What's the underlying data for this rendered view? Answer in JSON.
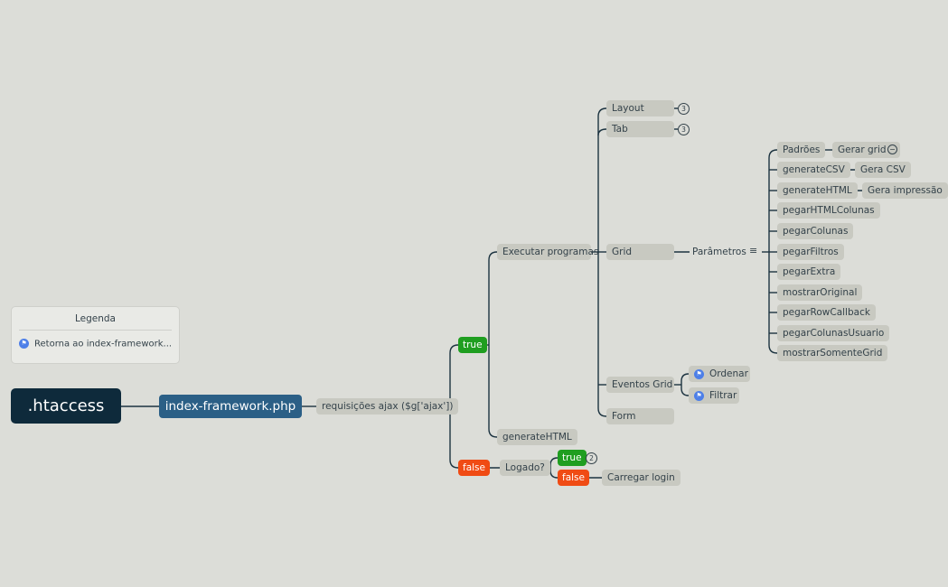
{
  "root": {
    "label": ".htaccess"
  },
  "main": {
    "label": "index-framework.php"
  },
  "ajax": {
    "label": "requisições ajax ($g['ajax'])"
  },
  "branch_true": {
    "label": "true"
  },
  "branch_false": {
    "label": "false"
  },
  "executar": {
    "label": "Executar programas"
  },
  "generateHTML_top": {
    "label": "generateHTML"
  },
  "layout": {
    "label": "Layout",
    "badge": "3"
  },
  "tab": {
    "label": "Tab",
    "badge": "3"
  },
  "grid": {
    "label": "Grid"
  },
  "parametros": {
    "label": "Parâmetros"
  },
  "eventos": {
    "label": "Eventos Grid"
  },
  "ordenar": {
    "label": "Ordenar"
  },
  "filtrar": {
    "label": "Filtrar"
  },
  "form": {
    "label": "Form"
  },
  "params": [
    {
      "label": "Padrões",
      "child": "Gerar grid"
    },
    {
      "label": "generateCSV",
      "child": "Gera CSV"
    },
    {
      "label": "generateHTML",
      "child": "Gera impressão"
    },
    {
      "label": "pegarHTMLColunas"
    },
    {
      "label": "pegarColunas"
    },
    {
      "label": "pegarFiltros"
    },
    {
      "label": "pegarExtra"
    },
    {
      "label": "mostrarOriginal"
    },
    {
      "label": "pegarRowCallback"
    },
    {
      "label": "pegarColunasUsuario"
    },
    {
      "label": "mostrarSomenteGrid"
    }
  ],
  "logado": {
    "label": "Logado?"
  },
  "logado_true": {
    "label": "true",
    "badge": "2"
  },
  "logado_false": {
    "label": "false"
  },
  "carregar": {
    "label": "Carregar login"
  },
  "legend": {
    "title": "Legenda",
    "item": "Retorna ao index-framework..."
  },
  "colors": {
    "edge": "#1c3340",
    "node": "#c8c9c1",
    "root": "#0e2a3b",
    "main": "#2b5f86",
    "true": "#1f9e20",
    "false": "#f04b14",
    "flag": "#4d7fe8"
  }
}
